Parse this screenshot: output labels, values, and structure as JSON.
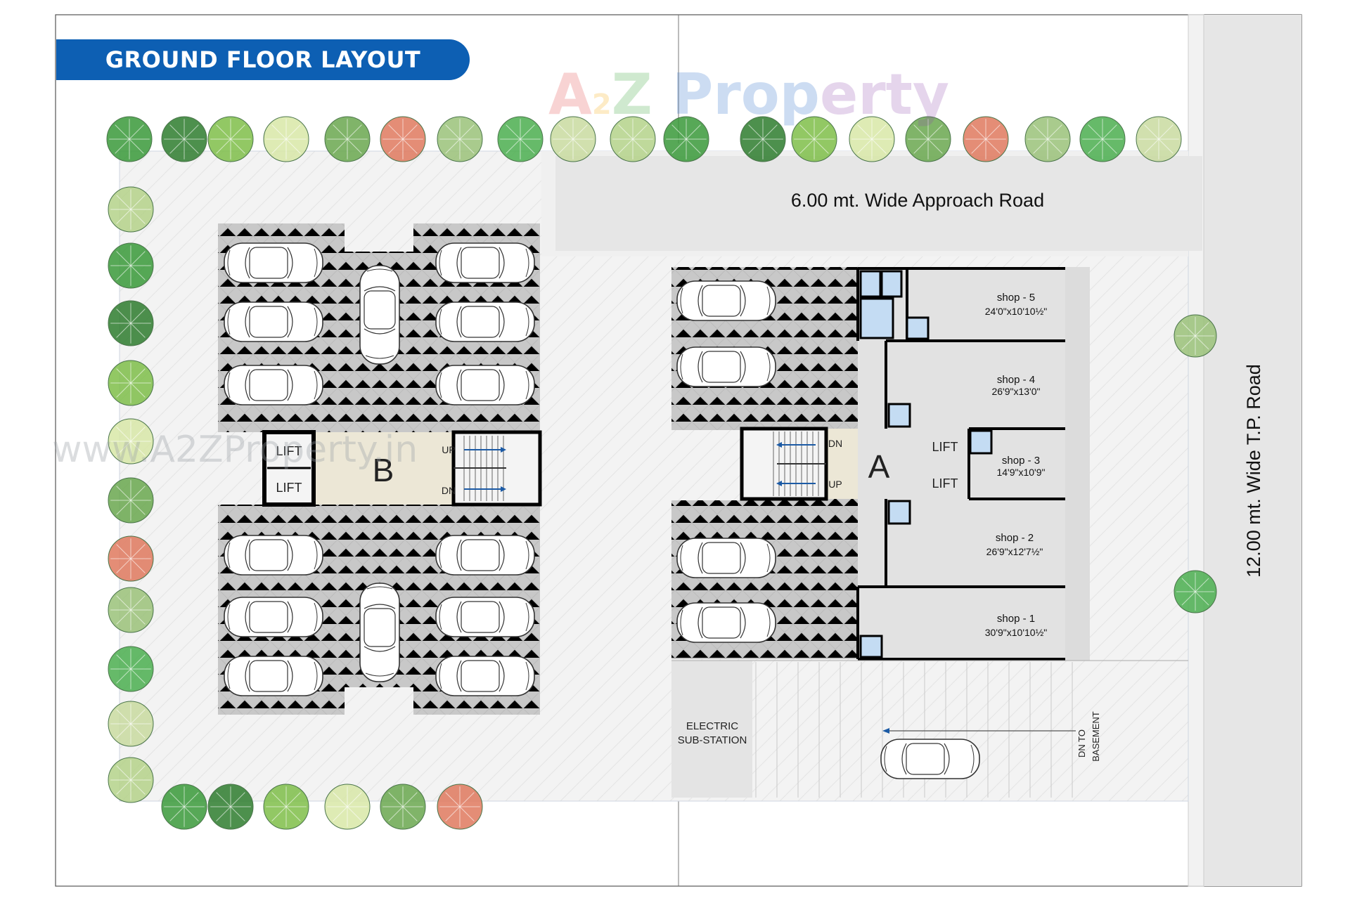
{
  "title": "GROUND FLOOR LAYOUT",
  "watermark": {
    "brand_parts": [
      "A",
      "2",
      "Z",
      " Prop",
      "erty"
    ],
    "url": "www.A2ZProperty.in"
  },
  "roads": {
    "approach": "6.00 mt. Wide Approach Road",
    "tp_road": "12.00 mt. Wide T.P. Road"
  },
  "wings": {
    "a": {
      "label": "A",
      "lift_labels": [
        "LIFT",
        "LIFT"
      ],
      "stair_labels": [
        "DN",
        "UP"
      ]
    },
    "b": {
      "label": "B",
      "lift_labels": [
        "LIFT",
        "LIFT"
      ],
      "stair_labels": [
        "UP",
        "DN"
      ]
    }
  },
  "shops": [
    {
      "name": "shop - 5",
      "size": "24'0\"x10'10½\""
    },
    {
      "name": "shop - 4",
      "size": "26'9\"x13'0\""
    },
    {
      "name": "shop - 3",
      "size": "14'9\"x10'9\""
    },
    {
      "name": "shop - 2",
      "size": "26'9\"x12'7½\""
    },
    {
      "name": "shop - 1",
      "size": "30'9\"x10'10½\""
    }
  ],
  "electric": [
    "ELECTRIC",
    "SUB-STATION"
  ],
  "ramp": [
    "DN TO",
    "BASEMENT"
  ],
  "colors": {
    "banner": "#0d5fb3",
    "parking": "#c9c9c9",
    "lobby": "#ece7d6",
    "shop": "#e2e2e2",
    "toilet": "#c4dcf3",
    "road": "#e6e6e6",
    "wall": "#000000"
  }
}
